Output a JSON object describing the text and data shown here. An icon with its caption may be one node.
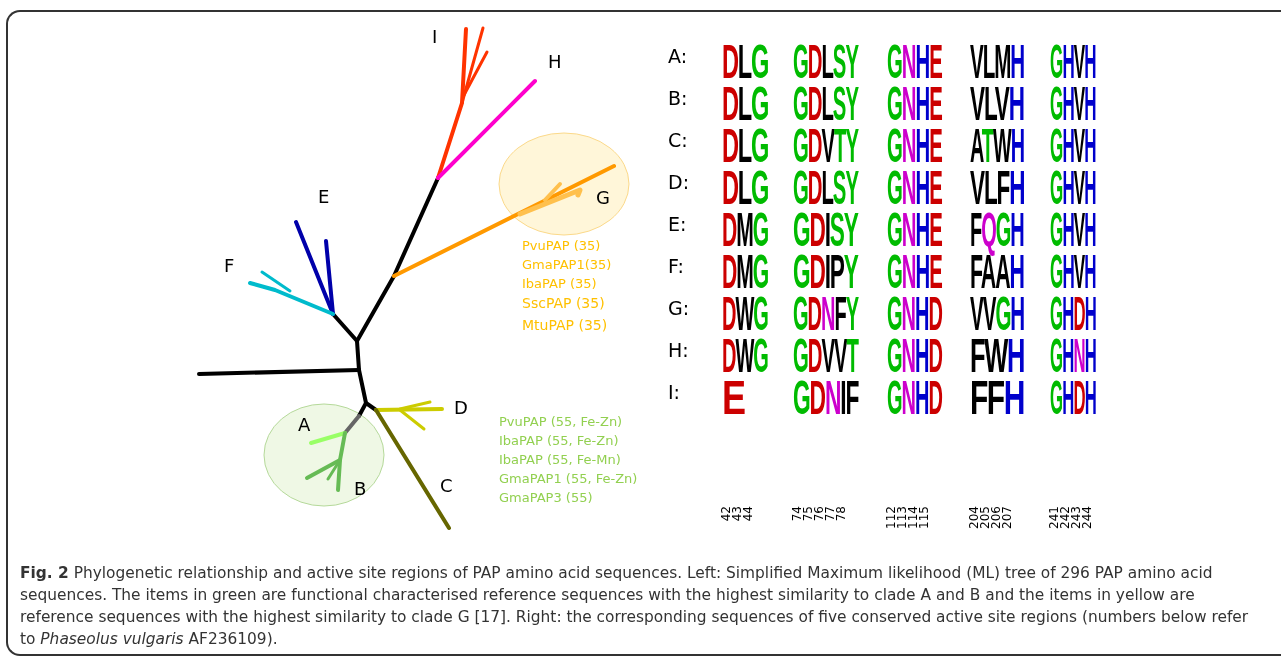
{
  "diagram": {
    "caption": "**Fig. 2** Phylogenetic relationship and active site regions of PAP amino acid sequences. Left: Simplified Maximum likelihood (ML) tree of 296 PAP amino acid sequences. The items in green are functional characterised reference sequences with the highest similarity to clade A and B and the items in yellow are reference sequences with the highest similarity to clade G [17]. Right: the corresponding sequences of five conserved active site regions (numbers below refer to *Phaseolus vulgaris* AF236109).",
    "labels": [
      "I",
      "H",
      "E",
      "G",
      "F",
      "PvuPAP (35)",
      "GmaPAP1(35)",
      "IbaPAP (35)",
      "SscPAP (35)",
      "MtuPAP (35)",
      "A",
      "D",
      "PvuPAP (55, Fe-Zn)",
      "IbaPAP (55, Fe-Zn)",
      "IbaPAP (55, Fe-Mn)",
      "GmaPAP1 (55, Fe-Zn)",
      "GmaPAP3 (55)",
      "B",
      "C",
      "A:",
      "DLG",
      "GDLSY",
      "GNHE",
      "VLMH",
      "GHVH",
      "B:",
      "DLG",
      "GDLSY",
      "GNHE",
      "VLVH",
      "GHVH",
      "C:",
      "DLG",
      "GDVTY",
      "GNHE",
      "ATWH",
      "GHVH",
      "D:",
      "DLG",
      "GDLSY",
      "GNHE",
      "VLFH",
      "GHVH",
      "E:",
      "DMG",
      "GDISY",
      "GNHE",
      "FQGH",
      "GHVH",
      "F:",
      "DMG",
      "GDIPY",
      "GNHE",
      "FAAH",
      "GHVH",
      "G:",
      "DWG",
      "GDNFY",
      "GNHD",
      "VVGH",
      "GHDH",
      "H:",
      "DWG",
      "GDVVT",
      "GNHD",
      "FWH",
      "GHNH",
      "I:",
      "E",
      "GDNIF",
      "GNHD",
      "FFH",
      "GHDH",
      "42",
      "43",
      "44",
      "74",
      "75",
      "76",
      "77",
      "78",
      "112",
      "113",
      "114",
      "115",
      "204",
      "205",
      "206",
      "207",
      "241",
      "242",
      "243",
      "244"
    ]
  }
}
